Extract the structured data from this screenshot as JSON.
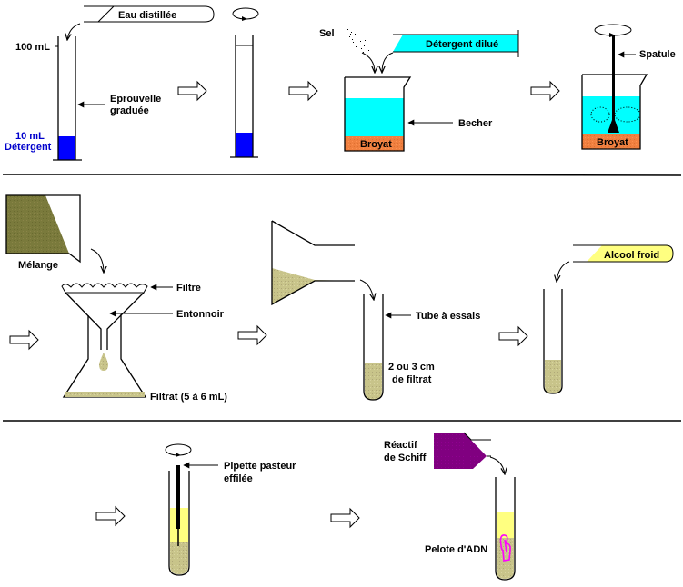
{
  "title": "Extraction de l'ADN - protocole",
  "colors": {
    "detergent": "#0000ff",
    "solution": "#00ffff",
    "broyat": "#f08040",
    "melange": "#7a7a3c",
    "filtrat": "#c8c48a",
    "alcool": "#ffff80",
    "schiff": "#800080",
    "adn": "#ff00ff"
  },
  "row1": {
    "eau_distillee": "Eau distillée",
    "volume_100": "100 mL",
    "volume_10": "10 mL",
    "detergent": "Détergent",
    "eprouvette_line1": "Eprouvelle",
    "eprouvette_line2": "graduée",
    "sel": "Sel",
    "detergent_dilue": "Détergent dilué",
    "becher": "Becher",
    "broyat": "Broyat",
    "broyat2": "Broyat",
    "spatule": "Spatule"
  },
  "row2": {
    "melange": "Mélange",
    "filtre": "Filtre",
    "entonnoir": "Entonnoir",
    "filtrat": "Filtrat (5 à 6 mL)",
    "tube_essais": "Tube à essais",
    "filtrat_qty_line1": "2 ou 3 cm",
    "filtrat_qty_line2": "de filtrat",
    "alcool_froid": "Alcool froid"
  },
  "row3": {
    "pipette_line1": "Pipette pasteur",
    "pipette_line2": "effilée",
    "reactif_line1": "Réactif",
    "reactif_line2": "de Schiff",
    "pelote": "Pelote d'ADN"
  }
}
